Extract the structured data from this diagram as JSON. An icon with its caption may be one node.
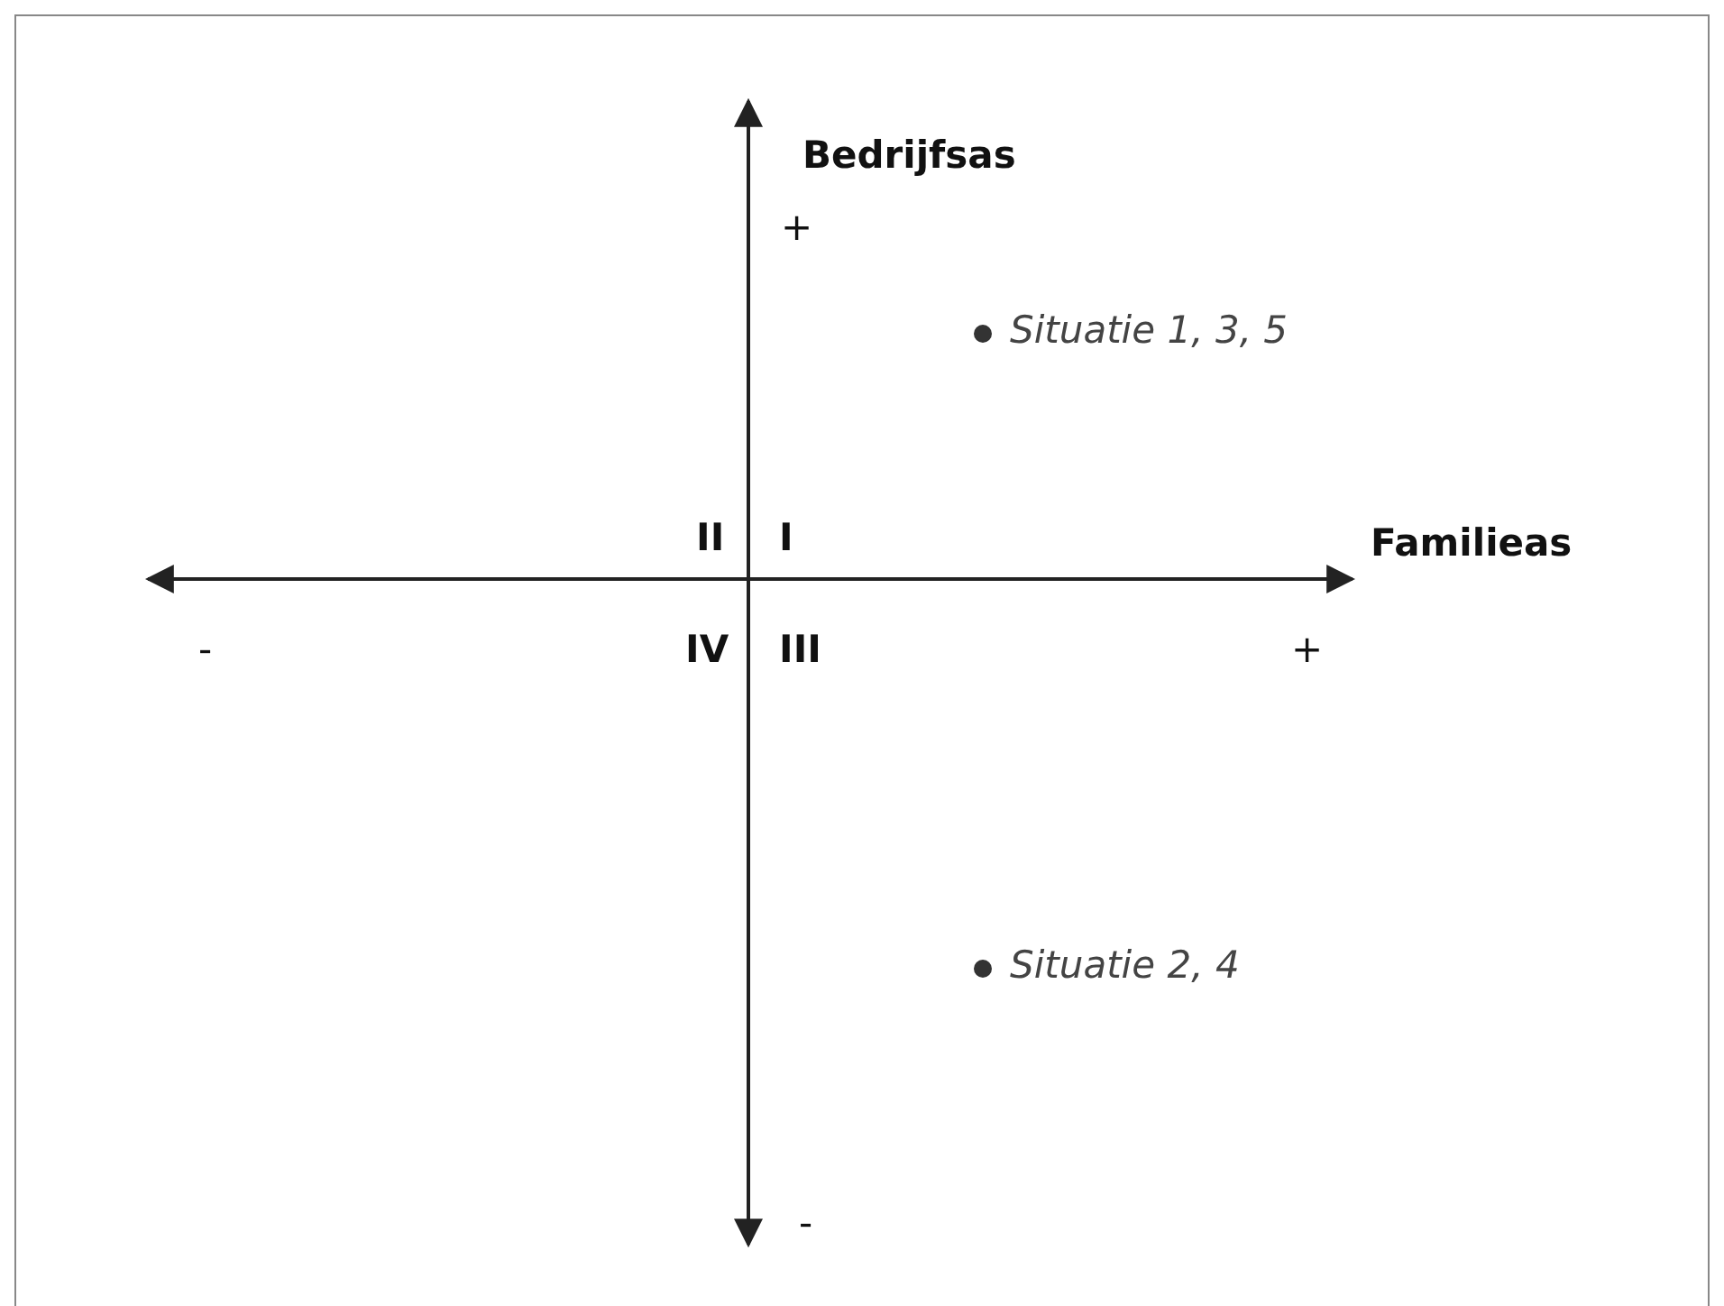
{
  "diagram": {
    "labels": [
      "Bedrijfsas",
      "+",
      "Situatie 1, 3, 5",
      "II",
      "I",
      "Familieas",
      "-",
      "IV",
      "III",
      "+",
      "Situatie 2, 4",
      "-"
    ]
  }
}
